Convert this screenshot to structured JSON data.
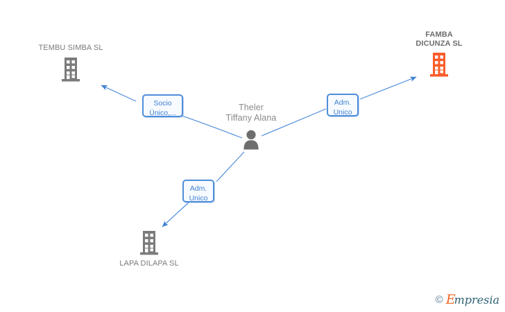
{
  "graph": {
    "nodes": [
      {
        "id": "tembu",
        "label": "TEMBU SIMBA SL",
        "type": "company",
        "icon": "building-icon",
        "color": "#7b7b7b",
        "bold": false
      },
      {
        "id": "famba",
        "label_line1": "FAMBA",
        "label_line2": "DICUNZA SL",
        "type": "company",
        "icon": "building-icon",
        "color": "#fa5c2a",
        "bold": true
      },
      {
        "id": "person",
        "label_line1": "Theler",
        "label_line2": "Tiffany Alana",
        "type": "person",
        "icon": "person-icon",
        "color": "#6e6e6e",
        "bold": false
      },
      {
        "id": "lapa",
        "label": "LAPA DILAPA SL",
        "type": "company",
        "icon": "building-icon",
        "color": "#7b7b7b",
        "bold": false
      }
    ],
    "edges": [
      {
        "id": "edge-tembu",
        "from": "person",
        "to": "tembu",
        "label_line1": "Socio",
        "label_line2": "Único,...",
        "color": "#4f8ddb"
      },
      {
        "id": "edge-famba",
        "from": "person",
        "to": "famba",
        "label_line1": "Adm.",
        "label_line2": "Unico",
        "color": "#4f8ddb"
      },
      {
        "id": "edge-lapa",
        "from": "person",
        "to": "lapa",
        "label_line1": "Adm.",
        "label_line2": "Unico",
        "color": "#4f8ddb"
      }
    ]
  },
  "watermark": {
    "copyright": "©",
    "brand_initial": "E",
    "brand_rest": "mpresia"
  }
}
